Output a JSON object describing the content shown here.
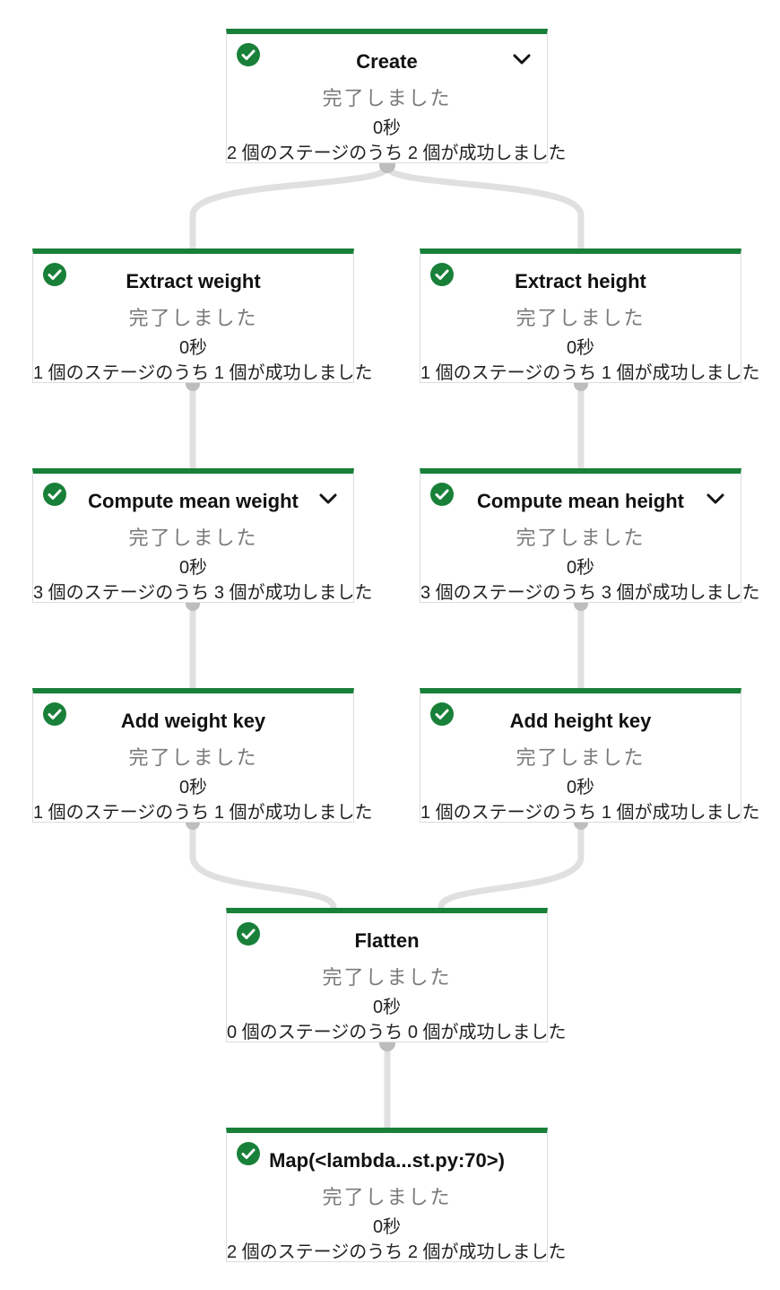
{
  "nodes": [
    {
      "id": "create",
      "title": "Create",
      "status": "完了しました",
      "duration": "0秒",
      "stages": "2 個のステージのうち 2 個が成功しました",
      "expandable": true
    },
    {
      "id": "extract-weight",
      "title": "Extract weight",
      "status": "完了しました",
      "duration": "0秒",
      "stages": "1 個のステージのうち 1 個が成功しました",
      "expandable": false
    },
    {
      "id": "extract-height",
      "title": "Extract height",
      "status": "完了しました",
      "duration": "0秒",
      "stages": "1 個のステージのうち 1 個が成功しました",
      "expandable": false
    },
    {
      "id": "compute-mean-weight",
      "title": "Compute mean weight",
      "status": "完了しました",
      "duration": "0秒",
      "stages": "3 個のステージのうち 3 個が成功しました",
      "expandable": true
    },
    {
      "id": "compute-mean-height",
      "title": "Compute mean height",
      "status": "完了しました",
      "duration": "0秒",
      "stages": "3 個のステージのうち 3 個が成功しました",
      "expandable": true
    },
    {
      "id": "add-weight-key",
      "title": "Add weight key",
      "status": "完了しました",
      "duration": "0秒",
      "stages": "1 個のステージのうち 1 個が成功しました",
      "expandable": false
    },
    {
      "id": "add-height-key",
      "title": "Add height key",
      "status": "完了しました",
      "duration": "0秒",
      "stages": "1 個のステージのうち 1 個が成功しました",
      "expandable": false
    },
    {
      "id": "flatten",
      "title": "Flatten",
      "status": "完了しました",
      "duration": "0秒",
      "stages": "0 個のステージのうち 0 個が成功しました",
      "expandable": false
    },
    {
      "id": "map",
      "title": "Map(<lambda...st.py:70>)",
      "status": "完了しました",
      "duration": "0秒",
      "stages": "2 個のステージのうち 2 個が成功しました",
      "expandable": false
    }
  ],
  "colors": {
    "success": "#188038",
    "edge": "#e0e0e0",
    "connector": "#bdbdbd",
    "status_text": "#7a7a7a",
    "border": "#dadce0"
  },
  "icons": {
    "status": "check-circle-icon",
    "expand": "chevron-down-icon"
  }
}
